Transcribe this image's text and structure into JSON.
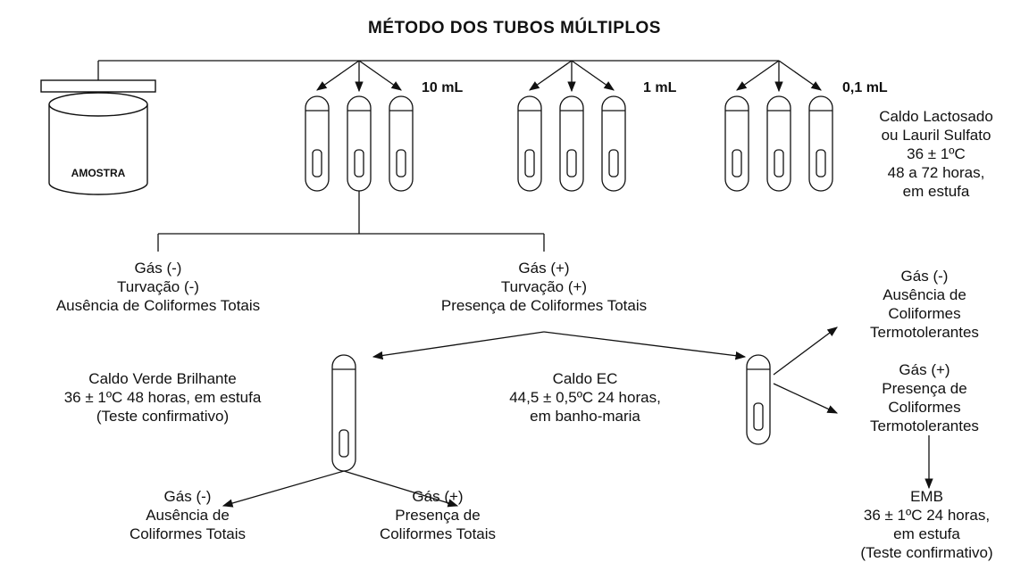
{
  "title": "MÉTODO DOS TUBOS MÚLTIPLOS",
  "sample_label": "AMOSTRA",
  "volumes": [
    "10 mL",
    "1 mL",
    "0,1 mL"
  ],
  "presumptive": {
    "medium": [
      "Caldo Lactosado",
      "ou Lauril Sulfato",
      "36 ± 1ºC",
      "48 a 72 horas,",
      "em estufa"
    ],
    "negative": [
      "Gás (-)",
      "Turvação (-)",
      "Ausência de Coliformes Totais"
    ],
    "positive": [
      "Gás (+)",
      "Turvação (+)",
      "Presença de Coliformes Totais"
    ]
  },
  "confirmative": {
    "medium": [
      "Caldo Verde Brilhante",
      "36 ± 1ºC 48 horas, em estufa",
      "(Teste confirmativo)"
    ],
    "negative": [
      "Gás (-)",
      "Ausência de",
      "Coliformes Totais"
    ],
    "positive": [
      "Gás (+)",
      "Presença de",
      "Coliformes Totais"
    ]
  },
  "thermotolerant": {
    "medium": [
      "Caldo EC",
      "44,5 ± 0,5ºC 24 horas,",
      "em banho-maria"
    ],
    "negative": [
      "Gás (-)",
      "Ausência de",
      "Coliformes",
      "Termotolerantes"
    ],
    "positive": [
      "Gás (+)",
      "Presença de",
      "Coliformes",
      "Termotolerantes"
    ]
  },
  "emb": [
    "EMB",
    "36 ± 1ºC 24 horas,",
    "em estufa",
    "(Teste confirmativo)"
  ]
}
